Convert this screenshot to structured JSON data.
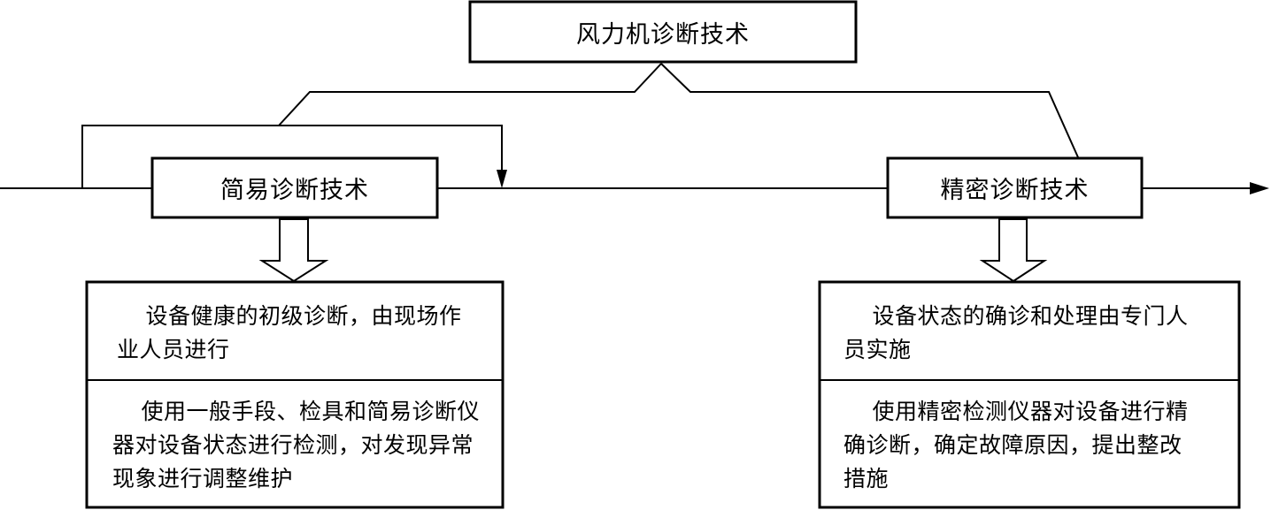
{
  "title": "风力机诊断技术",
  "simple": {
    "title": "简易诊断技术",
    "desc": "设备健康的初级诊断，由现场作业人员进行",
    "method": "使用一般手段、检具和简易诊断仪器对设备状态进行检测，对发现异常现象进行调整维护"
  },
  "precise": {
    "title": "精密诊断技术",
    "desc": "设备状态的确诊和处理由专门人员实施",
    "method": "使用精密检测仪器对设备进行精确诊断，确定故障原因，提出整改措施"
  }
}
